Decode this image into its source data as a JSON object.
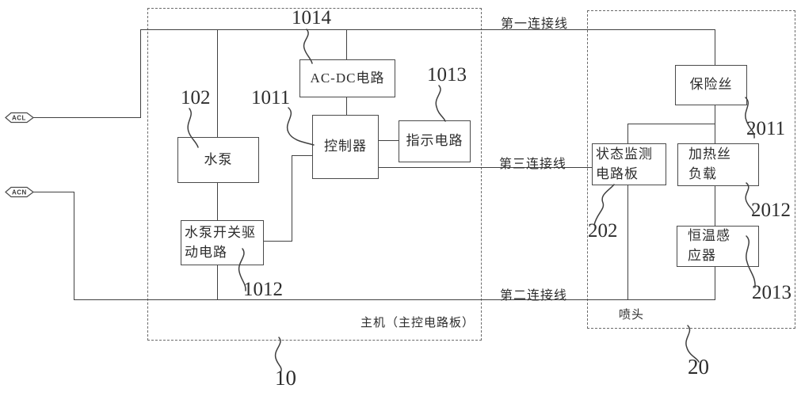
{
  "groups": {
    "main_unit": {
      "label": "主机（主控电路板）",
      "ref": "10"
    },
    "nozzle": {
      "label": "喷头",
      "ref": "20"
    }
  },
  "blocks": {
    "acdc": {
      "label": "AC-DC电路",
      "ref": "1014"
    },
    "controller": {
      "label": "控制器",
      "ref": "1011"
    },
    "indicator": {
      "label": "指示电路",
      "ref": "1013"
    },
    "pump": {
      "label": "水泵",
      "ref": "102"
    },
    "pump_switch_driver": {
      "label": "水泵开关驱\n动电路",
      "ref": "1012"
    },
    "fuse": {
      "label": "保险丝",
      "ref": "2011"
    },
    "status_monitor": {
      "label": "状态监测\n电路板",
      "ref": "202"
    },
    "heater_load": {
      "label": "加热丝\n负载",
      "ref": "2012"
    },
    "thermo_sensor": {
      "label": "恒温感\n应器",
      "ref": "2013"
    }
  },
  "connectors": {
    "acl": {
      "label": "ACL"
    },
    "acn": {
      "label": "ACN"
    }
  },
  "wires": {
    "first": {
      "label": "第一连接线"
    },
    "second": {
      "label": "第二连接线"
    },
    "third": {
      "label": "第三连接线"
    }
  },
  "colors": {
    "line": "#414141",
    "text": "#2d2d2d",
    "background": "#ffffff"
  }
}
